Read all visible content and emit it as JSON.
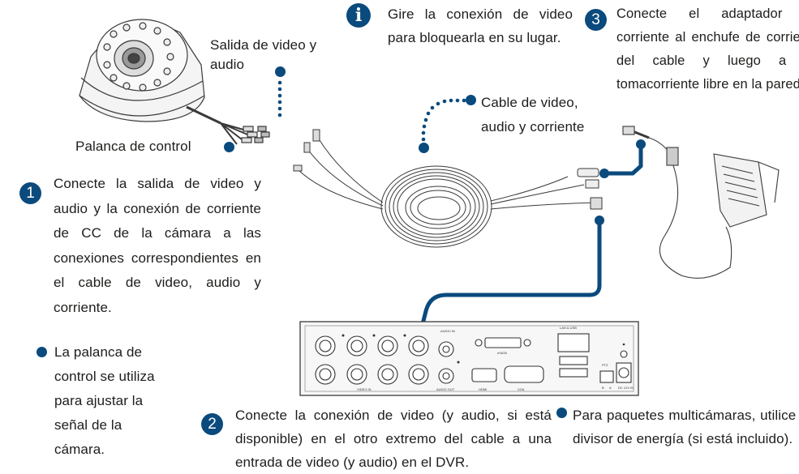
{
  "labels": {
    "video_audio_out": "Salida de video y audio",
    "control_lever": "Palanca de control",
    "cable": "Cable de video, audio y corriente"
  },
  "info_note": "Gire la conexión de video para bloquearla en su lugar.",
  "steps": [
    {
      "number": "1",
      "text": "Conecte la salida de video y audio y la conexión de corriente de CC de la cámara a las conexiones correspondientes en el cable de video, audio y corriente."
    },
    {
      "number": "2",
      "text": "Conecte la conexión de video (y audio, si está disponible) en el otro extremo del cable a una entrada de video (y audio) en el DVR."
    },
    {
      "number": "3",
      "text": "Conecte el adaptador de corriente al enchufe de corriente del cable y luego a un tomacorriente libre en la pared."
    }
  ],
  "bullets": {
    "lever_note": "La palanca de control se utiliza para ajustar la señal de la cámara.",
    "multicam_note": "Para paquetes multicámaras, utilice un divisor de energía (si está incluido)."
  },
  "dvr_labels": {
    "audio_in": "AUDIO IN",
    "esata": "eSATA",
    "lan_usb": "LAN & USB",
    "ptz": "PTZ",
    "ptz_b": "B",
    "ptz_a": "A",
    "dc": "DC 12V IN",
    "video_in": "VIDEO IN",
    "audio_out": "AUDIO OUT",
    "hdmi": "HDMI",
    "vga": "VGA"
  },
  "colors": {
    "accent": "#0b4a7d",
    "line": "#4a4a4a"
  }
}
